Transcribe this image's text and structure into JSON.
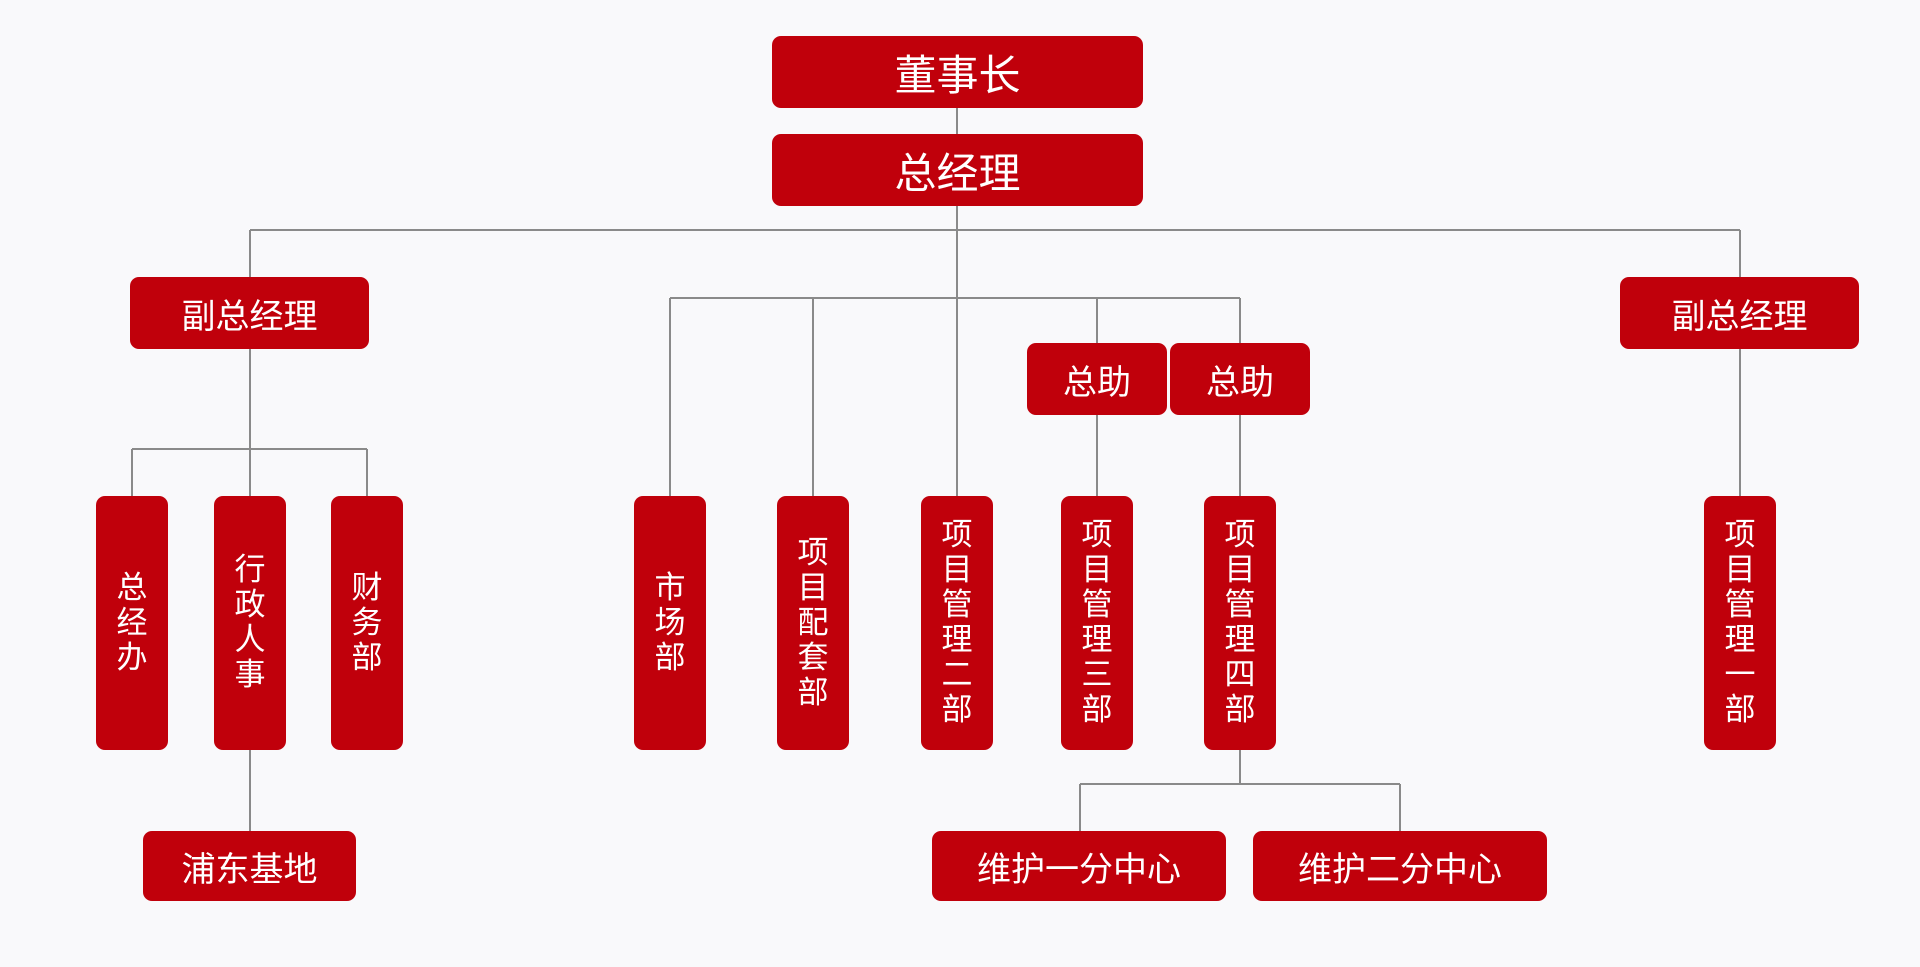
{
  "nodes": {
    "chairman": "董事长",
    "general_manager": "总经理",
    "deputy_gm_left": "副总经理",
    "deputy_gm_right": "副总经理",
    "gm_office": "总经办",
    "admin_hr": "行政人事",
    "finance": "财务部",
    "pudong_base": "浦东基地",
    "marketing": "市场部",
    "project_supporting": "项目配套部",
    "project_mgmt_2": "项目管理二部",
    "assistant_1": "总助",
    "assistant_2": "总助",
    "project_mgmt_3": "项目管理三部",
    "project_mgmt_4": "项目管理四部",
    "project_mgmt_1": "项目管理一部",
    "maintenance_1": "维护一分中心",
    "maintenance_2": "维护二分中心"
  },
  "colors": {
    "node_fill": "#c0000b",
    "node_text": "#ffffff",
    "connector": "#8a8a8a",
    "background": "#f9f9fb"
  }
}
